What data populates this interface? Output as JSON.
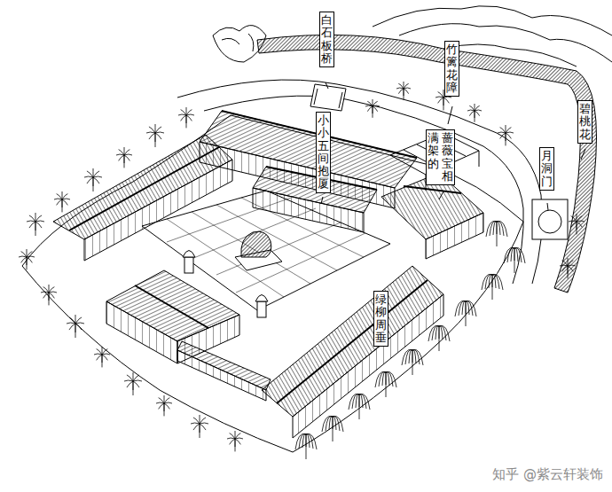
{
  "diagram": {
    "nodes": [
      {
        "text": [
          "白石板桥"
        ]
      },
      {
        "text": [
          "竹篱花障"
        ]
      },
      {
        "text": [
          "碧桃花"
        ]
      },
      {
        "text": [
          "小小五间抱厦"
        ]
      },
      {
        "text": [
          "蔷薇宝相 满架的"
        ]
      },
      {
        "text": [
          "月洞门"
        ]
      },
      {
        "text": [
          "绿柳周垂"
        ]
      }
    ],
    "labels": [
      "知乎 @紫云轩装饰"
    ]
  }
}
